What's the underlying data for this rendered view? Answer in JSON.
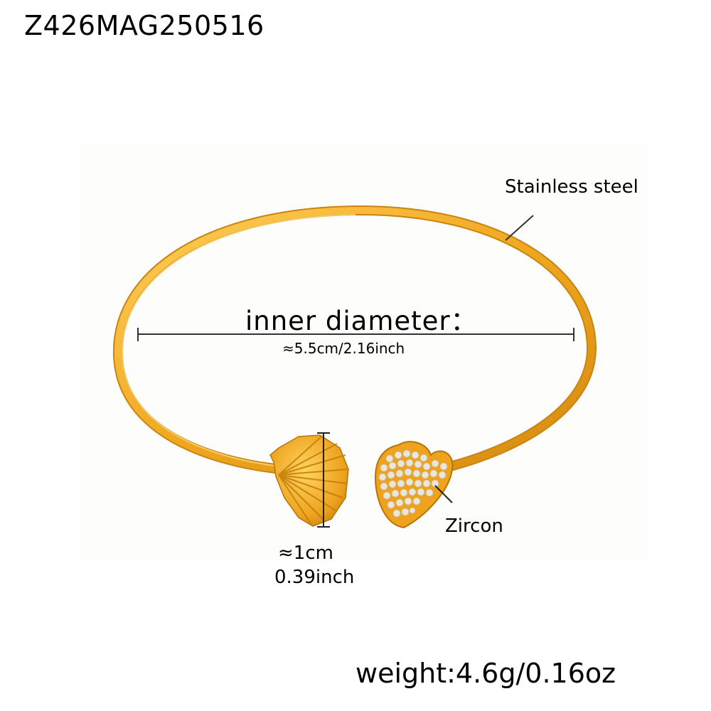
{
  "product": {
    "sku": "Z426MAG250516",
    "material_label": "Stainless steel",
    "inner_diameter_label": "inner diameter：",
    "inner_diameter_value": "≈5.5cm/2.16inch",
    "stone_label": "Zircon",
    "charm_height_cm": "≈1cm",
    "charm_height_inch": "0.39inch",
    "weight": "weight:4.6g/0.16oz"
  },
  "colors": {
    "gold": "#f0a820",
    "gold_dark": "#c98412",
    "gold_light": "#ffd466",
    "zircon": "#e8e2d4",
    "line": "#333333"
  }
}
